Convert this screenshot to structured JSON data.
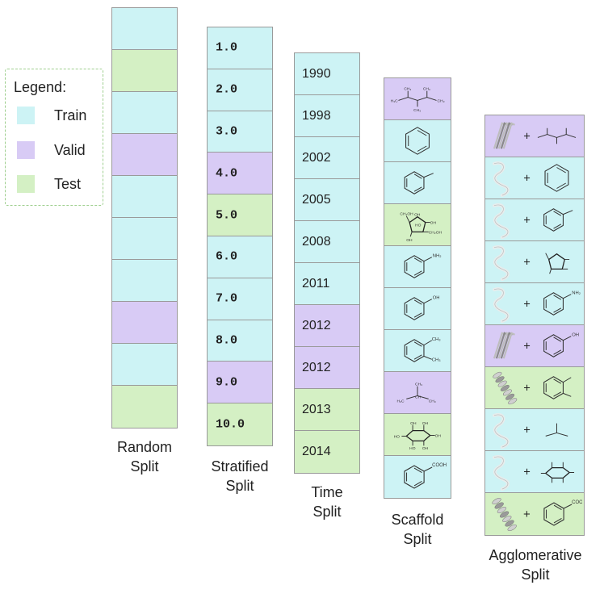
{
  "colors": {
    "train": "#cdf3f5",
    "valid": "#d8cbf5",
    "test": "#d4f0c4",
    "border": "#9a9a9a"
  },
  "legend": {
    "title": "Legend:",
    "items": [
      {
        "label": "Train",
        "cls": "train"
      },
      {
        "label": "Valid",
        "cls": "valid"
      },
      {
        "label": "Test",
        "cls": "test"
      }
    ]
  },
  "random": {
    "caption": [
      "Random",
      "Split"
    ],
    "cells": [
      "train",
      "test",
      "train",
      "valid",
      "train",
      "train",
      "train",
      "valid",
      "train",
      "test"
    ]
  },
  "stratified": {
    "caption": [
      "Stratified",
      "Split"
    ],
    "cells": [
      {
        "cls": "train",
        "label": "1.0"
      },
      {
        "cls": "train",
        "label": "2.0"
      },
      {
        "cls": "train",
        "label": "3.0"
      },
      {
        "cls": "valid",
        "label": "4.0"
      },
      {
        "cls": "test",
        "label": "5.0"
      },
      {
        "cls": "train",
        "label": "6.0"
      },
      {
        "cls": "train",
        "label": "7.0"
      },
      {
        "cls": "train",
        "label": "8.0"
      },
      {
        "cls": "valid",
        "label": "9.0"
      },
      {
        "cls": "test",
        "label": "10.0"
      }
    ]
  },
  "time": {
    "caption": [
      "Time",
      "Split"
    ],
    "cells": [
      {
        "cls": "train",
        "label": "1990"
      },
      {
        "cls": "train",
        "label": "1998"
      },
      {
        "cls": "train",
        "label": "2002"
      },
      {
        "cls": "train",
        "label": "2005"
      },
      {
        "cls": "train",
        "label": "2008"
      },
      {
        "cls": "train",
        "label": "2011"
      },
      {
        "cls": "valid",
        "label": "2012"
      },
      {
        "cls": "valid",
        "label": "2012"
      },
      {
        "cls": "test",
        "label": "2013"
      },
      {
        "cls": "test",
        "label": "2014"
      }
    ]
  },
  "scaffold": {
    "caption": [
      "Scaffold",
      "Split"
    ],
    "cells": [
      {
        "cls": "valid",
        "mol": "branched-alkane",
        "labels": [
          "CH₃",
          "CH₃",
          "H₃C",
          "CH₃",
          "CH₃"
        ]
      },
      {
        "cls": "train",
        "mol": "benzene",
        "labels": []
      },
      {
        "cls": "train",
        "mol": "toluene",
        "labels": []
      },
      {
        "cls": "test",
        "mol": "sugar-furanose",
        "labels": [
          "CH₂OH",
          "OH",
          "HO",
          "OH",
          "CH₂OH",
          "OH"
        ]
      },
      {
        "cls": "train",
        "mol": "aniline",
        "labels": [
          "NH₂"
        ]
      },
      {
        "cls": "train",
        "mol": "phenol",
        "labels": [
          "OH"
        ]
      },
      {
        "cls": "train",
        "mol": "xylene",
        "labels": [
          "CH₃",
          "CH₃"
        ]
      },
      {
        "cls": "valid",
        "mol": "isobutane",
        "labels": [
          "CH₃",
          "H₃C",
          "CH",
          "CH₃"
        ]
      },
      {
        "cls": "test",
        "mol": "glucose",
        "labels": [
          "OH",
          "OH",
          "HO",
          "HO",
          "OH",
          "OH"
        ]
      },
      {
        "cls": "train",
        "mol": "benzoic-acid",
        "labels": [
          "COOH"
        ]
      }
    ]
  },
  "agglomerative": {
    "caption": [
      "Agglomerative",
      "Split"
    ],
    "plus": "+",
    "cells": [
      {
        "cls": "valid",
        "protein": "sheet",
        "mol": "branched-alkane"
      },
      {
        "cls": "train",
        "protein": "coil",
        "mol": "benzene"
      },
      {
        "cls": "train",
        "protein": "coil",
        "mol": "toluene"
      },
      {
        "cls": "train",
        "protein": "coil",
        "mol": "sugar-furanose"
      },
      {
        "cls": "train",
        "protein": "coil",
        "mol": "aniline"
      },
      {
        "cls": "valid",
        "protein": "sheet",
        "mol": "phenol"
      },
      {
        "cls": "test",
        "protein": "helix",
        "mol": "xylene"
      },
      {
        "cls": "train",
        "protein": "coil",
        "mol": "isobutane"
      },
      {
        "cls": "train",
        "protein": "coil",
        "mol": "glucose"
      },
      {
        "cls": "test",
        "protein": "helix",
        "mol": "benzoic-acid"
      }
    ]
  }
}
